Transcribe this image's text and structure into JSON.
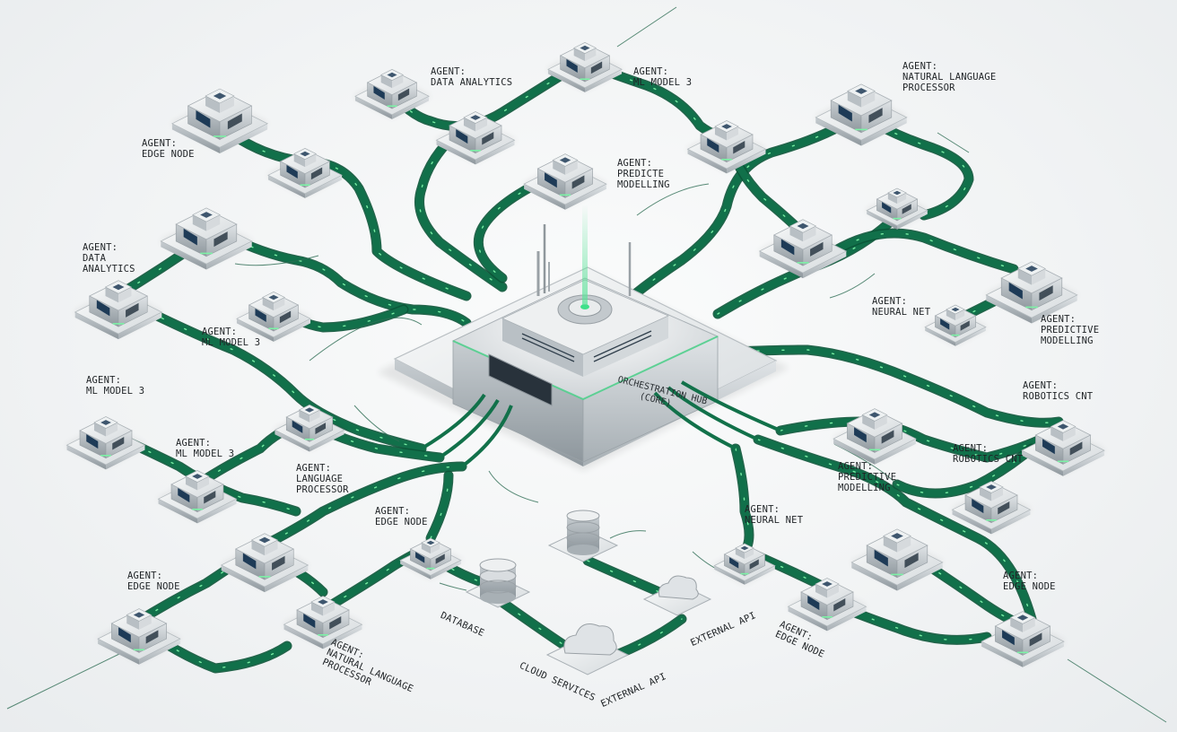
{
  "hub": {
    "line1": "ORCHESTRATION HUB",
    "line2": "(CORE)"
  },
  "labels": {
    "edge_node_tl": [
      "AGENT:",
      "EDGE NODE"
    ],
    "data_analytics_top": [
      "AGENT:",
      "DATA ANALYTICS"
    ],
    "ml_model_top": [
      "AGENT:",
      "ML MODEL 3"
    ],
    "nlp_tr": [
      "AGENT:",
      "NATURAL LANGUAGE",
      "PROCESSOR"
    ],
    "predictive_top": [
      "AGENT:",
      "PREDICTE",
      "MODELLING"
    ],
    "data_analytics_left": [
      "AGENT:",
      "DATA",
      "ANALYTICS"
    ],
    "ml_model_mid": [
      "AGENT:",
      "ML MODEL 3"
    ],
    "neural_net_r": [
      "AGENT:",
      "NEURAL NET"
    ],
    "predictive_r": [
      "AGENT:",
      "PREDICTIVE",
      "MODELLING"
    ],
    "ml_model_left": [
      "AGENT:",
      "ML MODEL 3"
    ],
    "ml_model_left2": [
      "AGENT:",
      "ML MODEL 3"
    ],
    "language_proc": [
      "AGENT:",
      "LANGUAGE",
      "PROCESSOR"
    ],
    "robotics_r1": [
      "AGENT:",
      "ROBOTICS CNT"
    ],
    "robotics_r2": [
      "AGENT:",
      "ROBOTICS CNT"
    ],
    "predictive_br": [
      "AGENT:",
      "PREDICTIVE",
      "MODELLING"
    ],
    "edge_node_mid": [
      "AGENT:",
      "EDGE NODE"
    ],
    "neural_net_b": [
      "AGENT:",
      "NEURAL NET"
    ],
    "edge_node_bl": [
      "AGENT:",
      "EDGE NODE"
    ],
    "edge_node_br": [
      "AGENT:",
      "EDGE NODE"
    ],
    "nlp_bl": [
      "AGENT:",
      "NATURAL LANGUAGE",
      "PROCESSOR"
    ],
    "edge_node_b": [
      "AGENT:",
      "EDGE NODE"
    ]
  },
  "services": {
    "database": "DATABASE",
    "cloud": "CLOUD SERVICES",
    "external1": "EXTERNAL API",
    "external2": "EXTERNAL API"
  },
  "colors": {
    "trace": "#11704a",
    "trace_dark": "#0b5437",
    "glow": "#7cf3a6",
    "metal_light": "#f3f5f6",
    "metal_mid": "#c9ced2",
    "metal_dark": "#8d959b",
    "screen": "#1e3b57"
  }
}
